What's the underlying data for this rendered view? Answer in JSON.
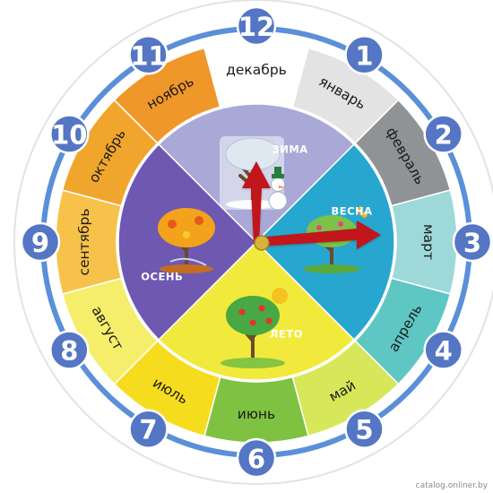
{
  "months": [
    {
      "number": "1",
      "label": "январь",
      "color": "#e3e3e3"
    },
    {
      "number": "2",
      "label": "февраль",
      "color": "#8f9396"
    },
    {
      "number": "3",
      "label": "март",
      "color": "#9fd8d9"
    },
    {
      "number": "4",
      "label": "апрель",
      "color": "#5ec6c3"
    },
    {
      "number": "5",
      "label": "май",
      "color": "#d6e85a"
    },
    {
      "number": "6",
      "label": "июнь",
      "color": "#7fc241"
    },
    {
      "number": "7",
      "label": "июль",
      "color": "#f6dc1f"
    },
    {
      "number": "8",
      "label": "август",
      "color": "#f5ee6a"
    },
    {
      "number": "9",
      "label": "сентябрь",
      "color": "#f6c24a"
    },
    {
      "number": "10",
      "label": "октябрь",
      "color": "#f0a62c"
    },
    {
      "number": "11",
      "label": "ноябрь",
      "color": "#f0972a"
    },
    {
      "number": "12",
      "label": "декабрь",
      "color": "#ffffff"
    }
  ],
  "seasons": [
    {
      "name": "winter",
      "label": "ЗИМА",
      "color": "#a8a9d6"
    },
    {
      "name": "spring",
      "label": "ВЕСНА",
      "color": "#27a7cf"
    },
    {
      "name": "summer",
      "label": "ЛЕТО",
      "color": "#f1ea3c"
    },
    {
      "name": "autumn",
      "label": "ОСЕНЬ",
      "color": "#6e58b2"
    }
  ],
  "colors": {
    "ring": "#5b8fd8",
    "number_badge": "#5476c4",
    "hands": "#c0161d",
    "pivot": "#d8b23a"
  },
  "hands": {
    "hour_month": 1,
    "minute_month": 3
  },
  "watermark": "catalog.onliner.by"
}
